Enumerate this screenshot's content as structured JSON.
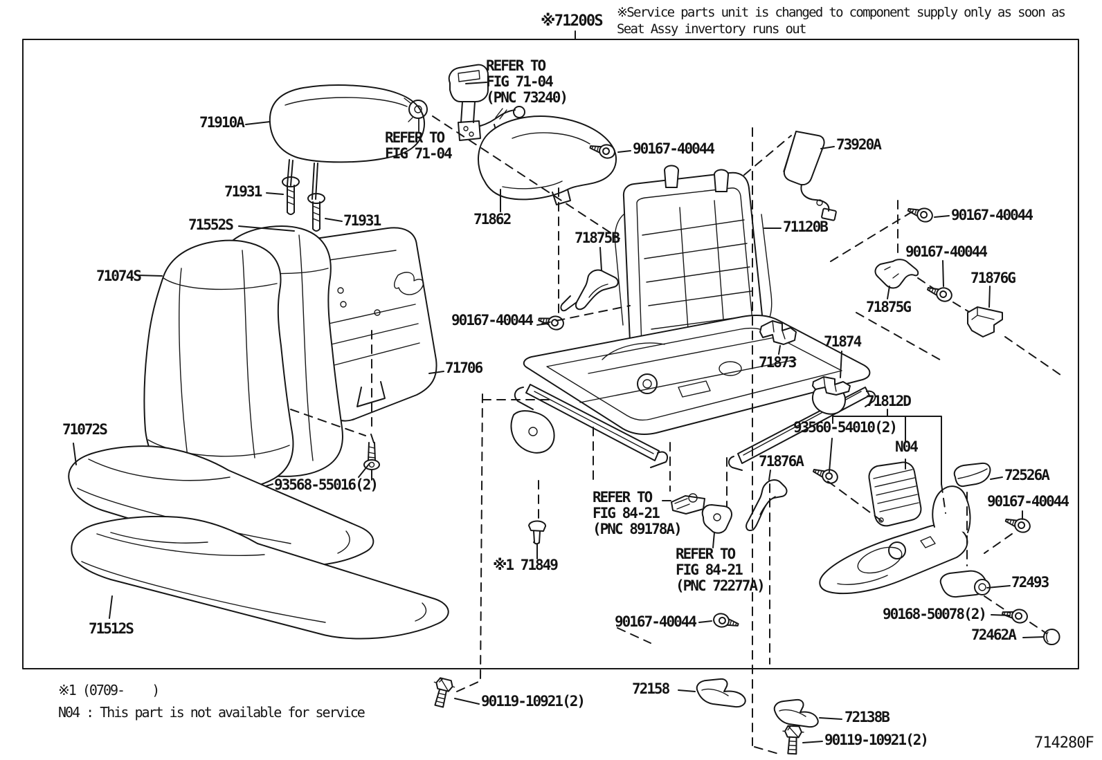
{
  "top": {
    "figure_callout": "※71200S",
    "service_note_line1": "※Service parts unit is changed to component supply only as soon as",
    "service_note_line2": "Seat Assy invertory runs out"
  },
  "footer": {
    "note1": "※1 (0709-    )",
    "note2": "N04 : This part is not available for service",
    "figure_code": "714280F"
  },
  "labels": {
    "headrest": "71910A",
    "headrest_support_left": "71931",
    "headrest_support_right": "71931",
    "seatback_pad": "71552S",
    "seatback_cover": "71074S",
    "cushion_cover": "71072S",
    "cushion_pad": "71512S",
    "screw_back_board": "93568-55016(2)",
    "screw_top_center": "90167-40044",
    "screw_mid_left": "90167-40044",
    "screw_right_upper": "90167-40044",
    "screw_right_mid": "90167-40044",
    "screw_right_lower": "90167-40044",
    "screw_bottom_center": "90167-40044",
    "shield_inner": "71862",
    "protector_71875b": "71875B",
    "seatback_frame": "71120B",
    "wire_73920": "73920A",
    "protector_71875g": "71875G",
    "protector_71876g": "71876G",
    "seatback_board": "71706",
    "bracket_71873": "71873",
    "bracket_71874": "71874",
    "shield_outer": "71812D",
    "screw_93560": "93560-54010(2)",
    "n04_flag": "N04",
    "protector_71876a": "71876A",
    "cover_72526a": "72526A",
    "bolt_71849": "※1 71849",
    "handle_72493": "72493",
    "screw_90168": "90168-50078(2)",
    "cap_72462a": "72462A",
    "hook_72158": "72158",
    "bolt_90119_left": "90119-10921(2)",
    "hook_72138b": "72138B",
    "bolt_90119_right": "90119-10921(2)"
  },
  "refs": {
    "belt_buckle": [
      "REFER TO",
      "FIG 71-04",
      "(PNC 73240)"
    ],
    "grommet": [
      "REFER TO",
      "FIG 71-04"
    ],
    "switch_89178": [
      "REFER TO",
      "FIG 84-21",
      "(PNC 89178A)"
    ],
    "bracket_72277": [
      "REFER TO",
      "FIG 84-21",
      "(PNC 72277A)"
    ]
  }
}
